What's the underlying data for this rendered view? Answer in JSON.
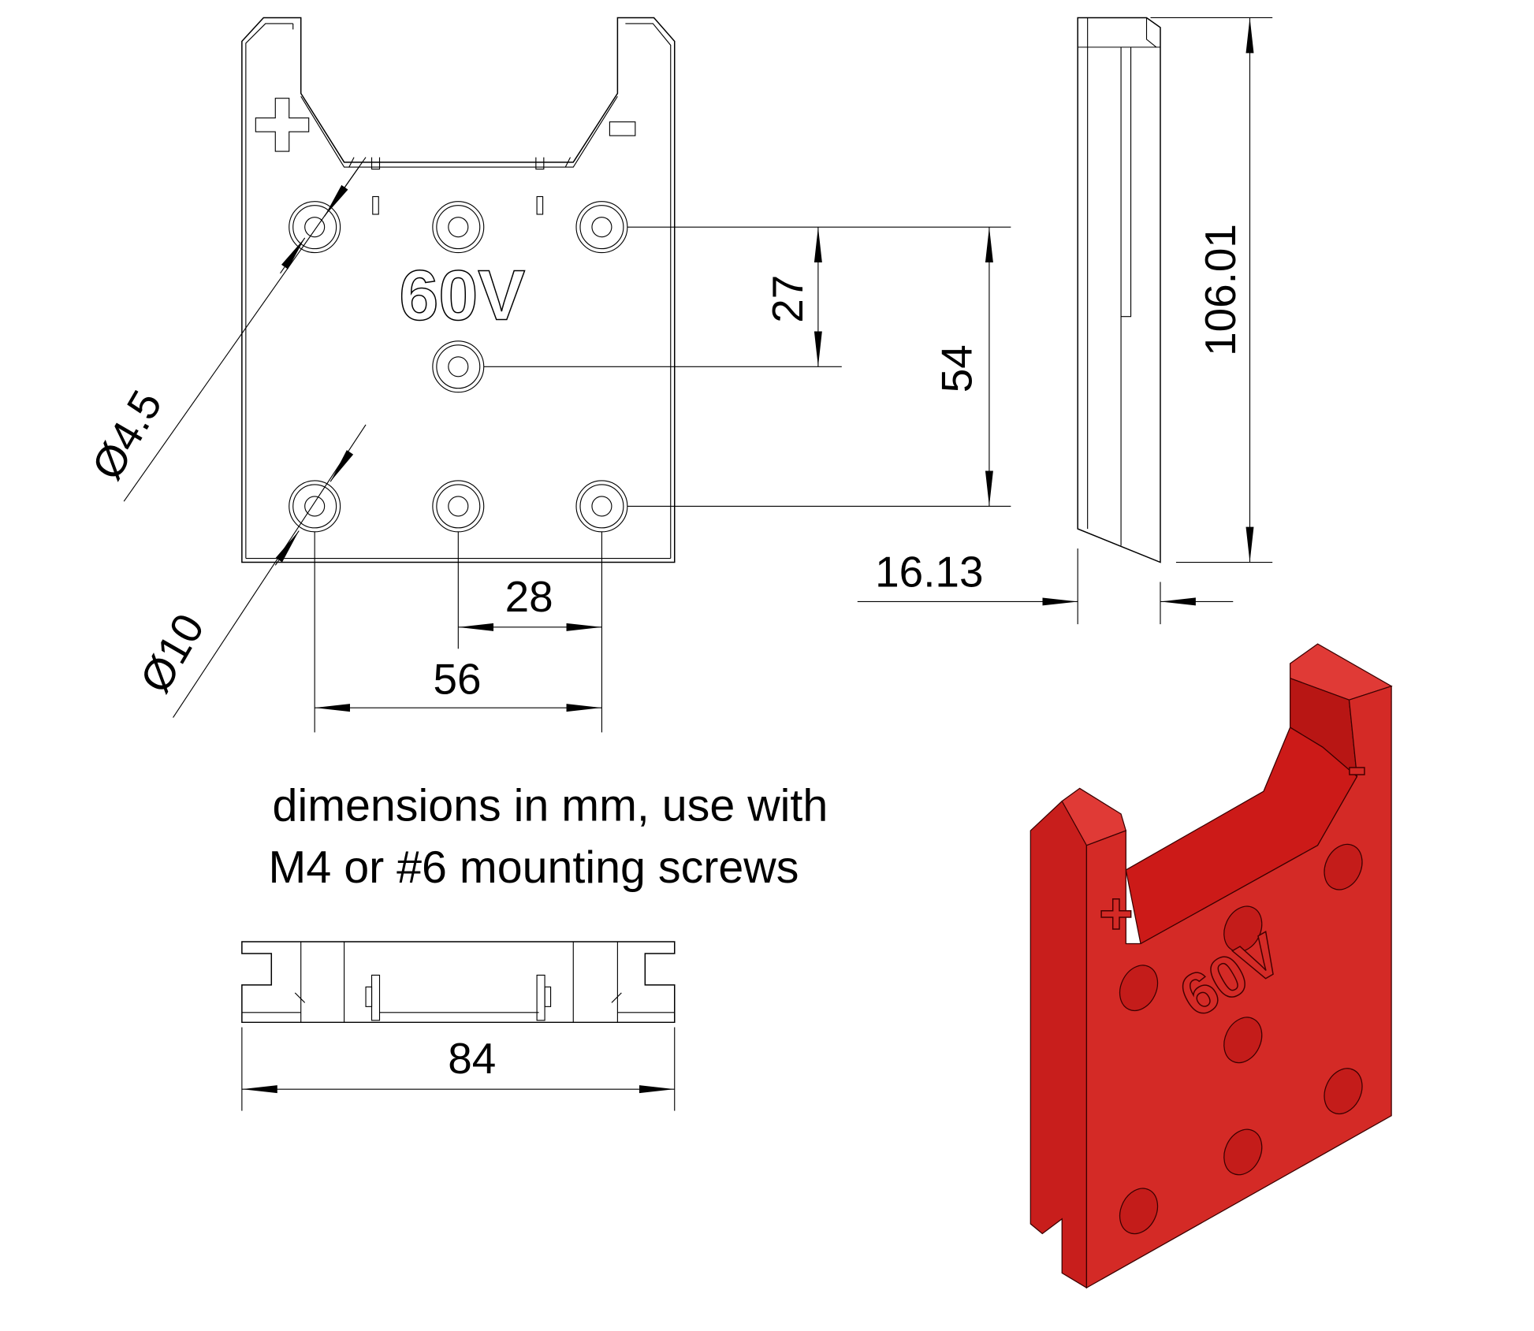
{
  "drawing": {
    "plate_label": "60V",
    "plus_symbol": "+",
    "minus_symbol": "-",
    "dimensions": {
      "hole_diameter": "Ø4.5",
      "counterbore_diameter": "Ø10",
      "hole_spacing_vertical_small": "27",
      "hole_spacing_vertical_large": "54",
      "height": "106.01",
      "thickness": "16.13",
      "hole_spacing_horizontal_small": "28",
      "hole_spacing_horizontal_large": "56",
      "width": "84"
    },
    "note_line1": "dimensions in mm, use with",
    "note_line2": "M4 or #6 mounting screws",
    "render_color": "#d42a26"
  }
}
